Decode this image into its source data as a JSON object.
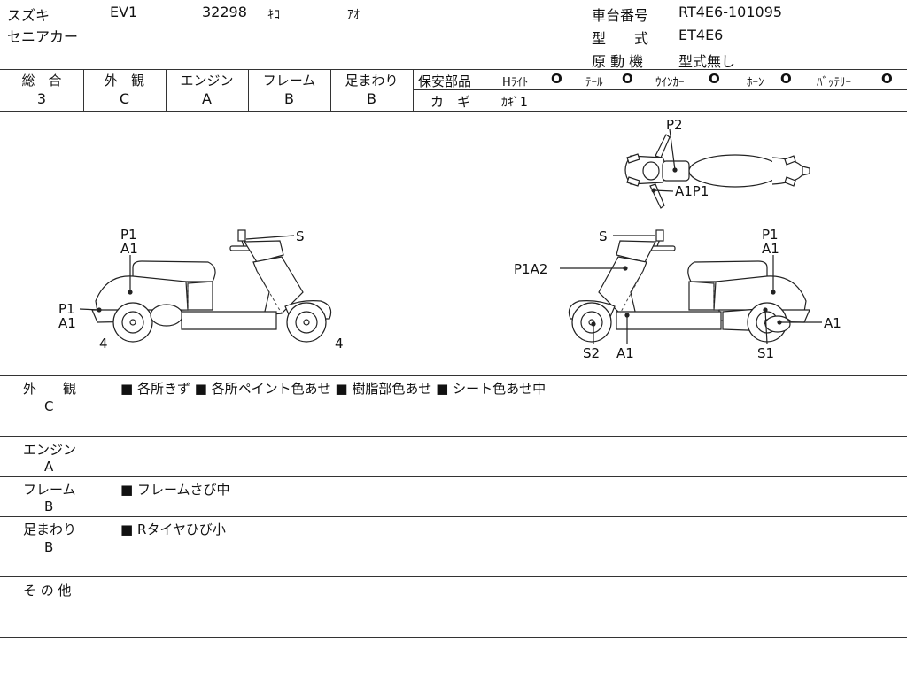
{
  "header": {
    "maker": "スズキ",
    "model_code": "EV1",
    "mileage": "32298",
    "mileage_unit": "ｷﾛ",
    "color": "ｱｵ",
    "model_name": "セニアカー",
    "frame_no_label": "車台番号",
    "frame_no": "RT4E6-101095",
    "type_label": "型　　式",
    "type_value": "ET4E6",
    "engine_label": "原 動 機",
    "engine_value": "型式無し"
  },
  "grades": {
    "overall_label": "総　合",
    "overall": "3",
    "exterior_label": "外　観",
    "exterior": "C",
    "engine_label": "エンジン",
    "engine": "A",
    "frame_label": "フレーム",
    "frame": "B",
    "suspension_label": "足まわり",
    "suspension": "B"
  },
  "safety": {
    "label": "保安部品",
    "items": [
      {
        "label": "Hﾗｲﾄ",
        "mark": "O"
      },
      {
        "label": "ﾃｰﾙ",
        "mark": "O"
      },
      {
        "label": "ｳｲﾝｶｰ",
        "mark": "O"
      },
      {
        "label": "ﾎｰﾝ",
        "mark": "O"
      },
      {
        "label": "ﾊﾞｯﾃﾘｰ",
        "mark": "O"
      }
    ],
    "key_label": "カ　ギ",
    "key_value": "ｶｷﾞ1"
  },
  "diagram": {
    "top": {
      "p2": "P2",
      "a1p1": "A1P1"
    },
    "left": {
      "p1_top": "P1",
      "a1_top": "A1",
      "p1_front": "P1",
      "a1_front": "A1",
      "tire_front": "4",
      "tire_rear": "4",
      "s": "S"
    },
    "right": {
      "s": "S",
      "p1a2": "P1A2",
      "p1_top": "P1",
      "a1_top": "A1",
      "a1_rear": "A1",
      "s2": "S2",
      "a1_bottom": "A1",
      "s1": "S1"
    }
  },
  "remarks": [
    {
      "title": "外　　観",
      "grade": "C",
      "text": "■ 各所きず ■ 各所ペイント色あせ ■ 樹脂部色あせ ■ シート色あせ中"
    },
    {
      "title": "エンジン",
      "grade": "A",
      "text": ""
    },
    {
      "title": "フレーム",
      "grade": "B",
      "text": "■ フレームさび中"
    },
    {
      "title": "足まわり",
      "grade": "B",
      "text": "■ Rタイヤひび小"
    },
    {
      "title": "そ の 他",
      "grade": "",
      "text": ""
    }
  ]
}
